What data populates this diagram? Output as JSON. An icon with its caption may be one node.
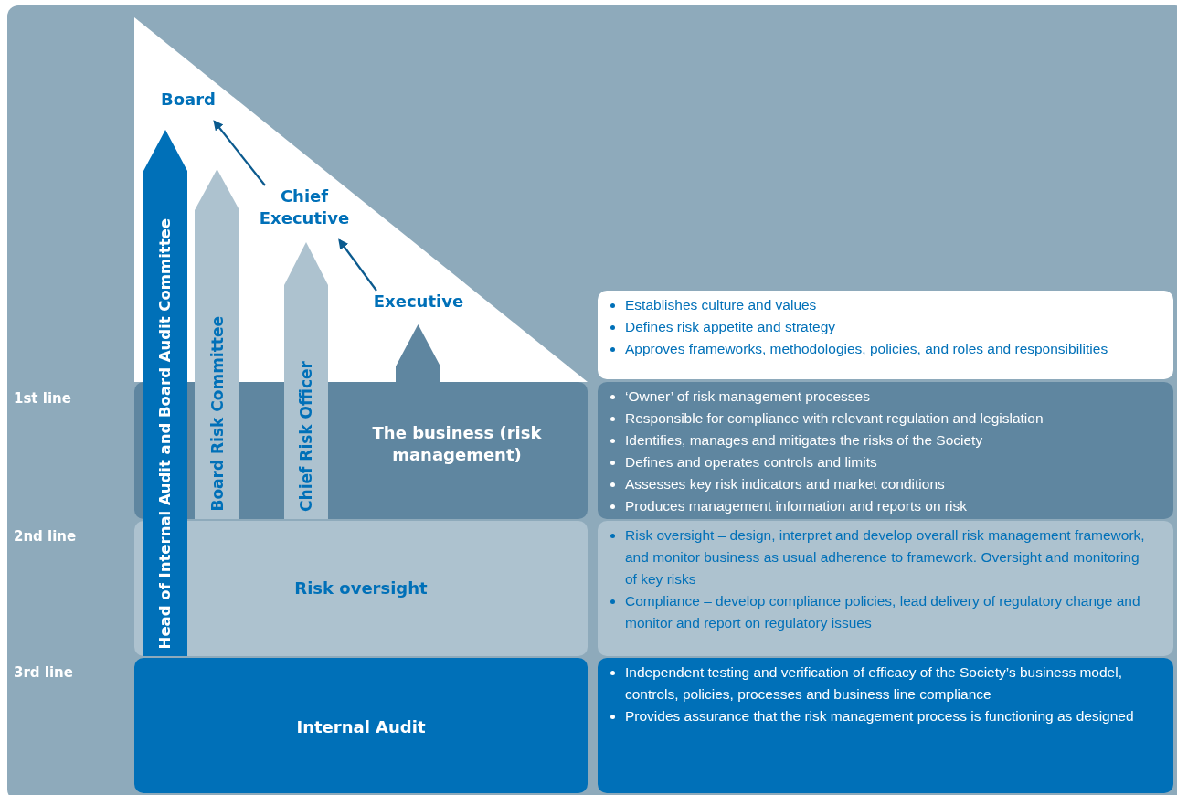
{
  "diagram": {
    "nodes": [
      {
        "text": [
          "Board"
        ]
      },
      {
        "text": [
          "Chief Executive"
        ]
      },
      {
        "text": [
          "Executive"
        ]
      },
      {
        "text": [
          "The business (risk management)"
        ]
      },
      {
        "text": [
          "Risk oversight"
        ]
      },
      {
        "text": [
          "Internal Audit"
        ]
      },
      {
        "text": [
          "Head of Internal Audit and Board Audit Committee"
        ]
      },
      {
        "text": [
          "Board Risk Committee"
        ]
      },
      {
        "text": [
          "Chief Risk Officer"
        ]
      },
      {
        "text": [],
        "shape": "arrow"
      },
      {
        "text": [
          "Establishes culture and values",
          "Defines risk appetite and strategy",
          "Approves frameworks, methodologies, policies, and roles and responsibilities"
        ]
      },
      {
        "text": [
          "‘Owner’ of risk management processes",
          "Responsible for compliance with relevant regulation and legislation",
          "Identifies, manages and mitigates the risks of the Society",
          "Defines and operates controls and limits",
          "Assesses key risk indicators and market conditions",
          "Produces management information and reports on risk"
        ]
      },
      {
        "text": [
          "Risk oversight – design, interpret and develop overall risk management framework, and monitor business as usual adherence to framework. Oversight and monitoring of key risks",
          "Compliance – develop compliance policies, lead delivery of regulatory change and monitor and report on regulatory issues"
        ]
      },
      {
        "text": [
          "Independent testing and verification of efficacy of the Society’s business model, controls, policies, processes and business line compliance",
          "Provides assurance that the risk management process is functioning as designed"
        ]
      }
    ],
    "edges": [
      {
        "from": 1,
        "to": 0,
        "arrow": "to"
      },
      {
        "from": 2,
        "to": 1,
        "arrow": "to"
      }
    ],
    "labels": [
      "1st line",
      "2nd line",
      "3rd line"
    ]
  }
}
